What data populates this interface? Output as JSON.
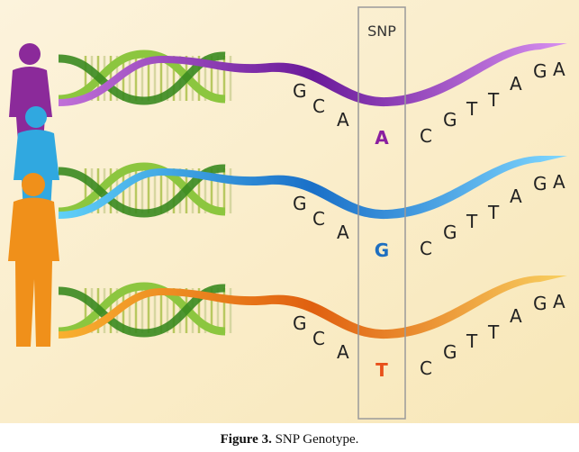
{
  "figure": {
    "snp_label": "SNP",
    "rows": [
      {
        "left": [
          "G",
          "C",
          "A"
        ],
        "snp": "A",
        "right": [
          "C",
          "G",
          "T",
          "T",
          "A",
          "G",
          "A"
        ],
        "color": "#8a1fa0"
      },
      {
        "left": [
          "G",
          "C",
          "A"
        ],
        "snp": "G",
        "right": [
          "C",
          "G",
          "T",
          "T",
          "A",
          "G",
          "A"
        ],
        "color": "#1e6fc0"
      },
      {
        "left": [
          "G",
          "C",
          "A"
        ],
        "snp": "T",
        "right": [
          "C",
          "G",
          "T",
          "T",
          "A",
          "G",
          "A"
        ],
        "color": "#e8501a"
      }
    ],
    "colors": {
      "background": "#fbefd0",
      "helix_green": "#5aa02c",
      "purple": "#8a2fb0",
      "blue": "#2aa8e0",
      "orange": "#f0901a"
    }
  },
  "caption": {
    "label": "Figure 3.",
    "text": "SNP Genotype."
  }
}
